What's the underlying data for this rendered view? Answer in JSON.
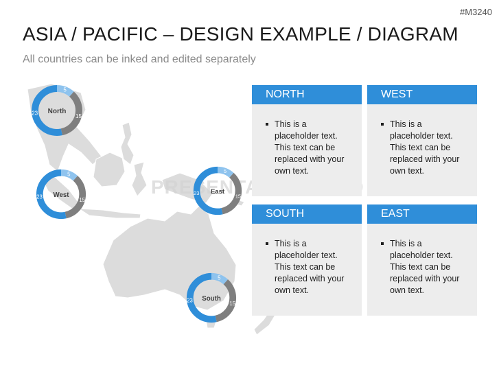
{
  "header": {
    "code": "#M3240",
    "title": "ASIA / PACIFIC – DESIGN EXAMPLE / DIAGRAM",
    "subtitle": "All countries can be inked and edited separately"
  },
  "watermark": "PRESENTATIONLOAD",
  "colors": {
    "blue": "#2f8ed9",
    "light_blue": "#8ec3ee",
    "gray": "#7f7f7f",
    "panel": "#ededed",
    "map": "#dcdcdc"
  },
  "chart_data": {
    "type": "pie",
    "donuts": [
      {
        "label": "North",
        "values": [
          5,
          15,
          23
        ]
      },
      {
        "label": "West",
        "values": [
          5,
          15,
          23
        ]
      },
      {
        "label": "East",
        "values": [
          5,
          15,
          23
        ]
      },
      {
        "label": "South",
        "values": [
          5,
          15,
          23
        ]
      }
    ]
  },
  "panels": [
    {
      "title": "NORTH",
      "text": "This is a placeholder text. This text can be replaced with your own text."
    },
    {
      "title": "WEST",
      "text": "This is a placeholder text. This text can be replaced with your own text."
    },
    {
      "title": "SOUTH",
      "text": "This is a placeholder text. This text can be replaced with your own text."
    },
    {
      "title": "EAST",
      "text": "This is a placeholder text. This text can be replaced with your own text."
    }
  ]
}
